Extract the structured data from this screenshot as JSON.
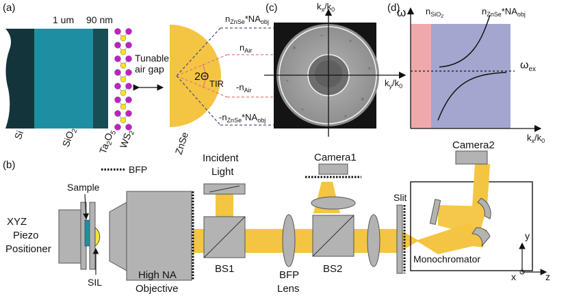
{
  "panel_a": {
    "label": "(a)",
    "thickness_sio2": "1 um",
    "thickness_ta2o5": "90 nm",
    "gap_label_line1": "Tunable",
    "gap_label_line2": "air gap",
    "theta_label": "2Θ",
    "theta_sub": "TIR",
    "ray_top": "n",
    "ray_top_sub": "ZnSe",
    "ray_top_suffix": "*NA",
    "ray_top_sub2": "obj",
    "ray_air": "n",
    "ray_air_sub": "Air",
    "ray_neg_air": "-n",
    "ray_neg_air_sub": "Air",
    "ray_bottom": "-n",
    "ray_bottom_sub": "ZnSe",
    "ray_bottom_suffix": "*NA",
    "ray_bottom_sub2": "obj",
    "layers": {
      "si": "Si",
      "sio2": "SiO",
      "sio2_sub": "2",
      "ta2o5": "Ta",
      "ta2o5_sub1": "2",
      "ta2o5_mid": "O",
      "ta2o5_sub2": "5",
      "ws2": "WS",
      "ws2_sub": "2",
      "znse": "ZnSe"
    },
    "colors": {
      "si": "#14343c",
      "sio2": "#1e8fa2",
      "ta2o5": "#174d55",
      "znse": "#f4c542",
      "ws2_atom_a": "#c21fc8",
      "ws2_atom_b": "#ffe419"
    }
  },
  "panel_c": {
    "label": "(c)",
    "axis_y": "k",
    "axis_y_sub1": "x",
    "axis_y_slash": "/k",
    "axis_y_sub2": "0",
    "axis_x": "k",
    "axis_x_sub1": "y",
    "axis_x_slash": "/k",
    "axis_x_sub2": "0"
  },
  "panel_d": {
    "label": "(d)",
    "y_axis": "ω",
    "x_axis": "k",
    "x_axis_sub1": "x",
    "x_axis_slash": "/k",
    "x_axis_sub2": "0",
    "region_left": "n",
    "region_left_sub": "SiO",
    "region_left_sub2": "2",
    "region_right": "n",
    "region_right_sub": "ZnSe",
    "region_right_suffix": "*NA",
    "region_right_sub2": "obj",
    "omega_ex": "ω",
    "omega_ex_sub": "ex",
    "colors": {
      "left": "#efa9ab",
      "right": "#a4a6cf"
    }
  },
  "panel_b": {
    "label": "(b)",
    "bfp_legend": "BFP",
    "sample": "Sample",
    "xyz_line1": "XYZ",
    "xyz_line2": "Piezo",
    "xyz_line3": "Positioner",
    "sil": "SIL",
    "objective_line1": "High NA",
    "objective_line2": "Objective",
    "incident_line1": "Incident",
    "incident_line2": "Light",
    "bs1": "BS1",
    "bfp_lens_line1": "BFP",
    "bfp_lens_line2": "Lens",
    "bs2": "BS2",
    "camera1": "Camera1",
    "camera2": "Camera2",
    "slit": "Slit",
    "monochromator": "Monochromator",
    "axis_y": "y",
    "axis_x": "x",
    "axis_z": "z",
    "colors": {
      "beam": "#f4c542",
      "gray": "#b3b3b3"
    }
  }
}
